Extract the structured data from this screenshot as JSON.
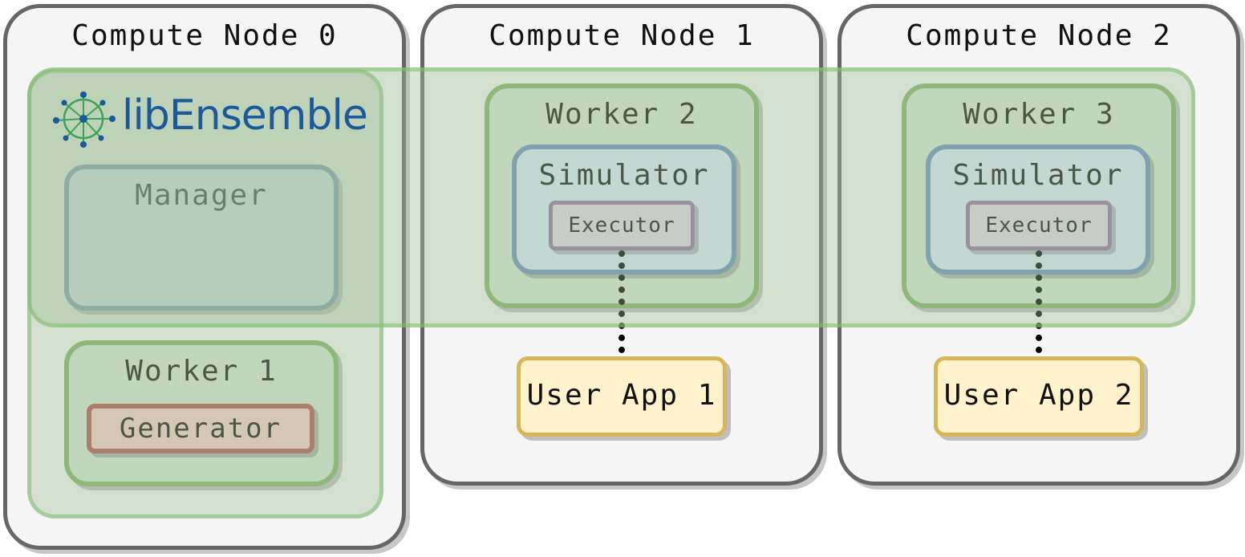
{
  "nodes": [
    {
      "title": "Compute Node 0"
    },
    {
      "title": "Compute Node 1"
    },
    {
      "title": "Compute Node 2"
    }
  ],
  "logo": {
    "text": "libEnsemble"
  },
  "manager": {
    "label": "Manager"
  },
  "worker1": {
    "title": "Worker 1",
    "generator": "Generator"
  },
  "worker2": {
    "title": "Worker 2",
    "simulator": "Simulator",
    "executor": "Executor",
    "user_app": "User App 1"
  },
  "worker3": {
    "title": "Worker 3",
    "simulator": "Simulator",
    "executor": "Executor",
    "user_app": "User App 2"
  },
  "colors": {
    "node_border": "#666666",
    "worker_fill": "#d5e8d4",
    "worker_border": "#82b366",
    "blue_fill": "#dae8fc",
    "blue_border": "#6c8ebf",
    "executor_fill": "#e1d5e7",
    "executor_border": "#9673a6",
    "generator_fill": "#f8cecc",
    "generator_border": "#b85450",
    "app_fill": "#fff2cc",
    "app_border": "#d6b656",
    "logo_text": "#1a5a9a",
    "logo_icon": "#3aa35a"
  }
}
